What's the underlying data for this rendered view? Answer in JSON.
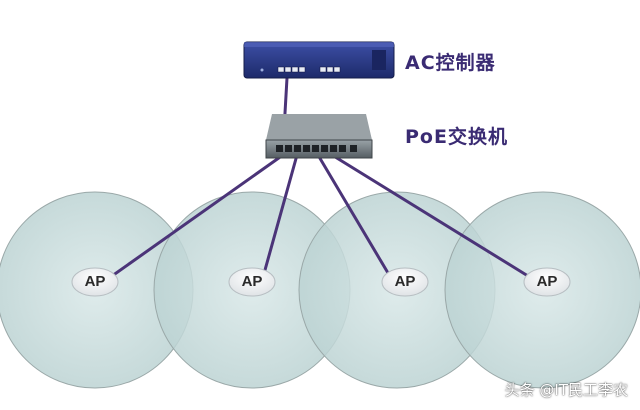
{
  "devices": {
    "ac_label": "AC控制器",
    "poe_label": "PoE交换机"
  },
  "access_points": [
    {
      "label": "AP"
    },
    {
      "label": "AP"
    },
    {
      "label": "AP"
    },
    {
      "label": "AP"
    }
  ],
  "watermark": "头条 @IT民工李农",
  "colors": {
    "label_text": "#3a2b73",
    "cable": "#4b3478",
    "coverage_fill": "#c9dede",
    "coverage_stroke": "#9aa8a8",
    "ac_body": "#2a3a8a",
    "switch_body": "#707a80"
  }
}
